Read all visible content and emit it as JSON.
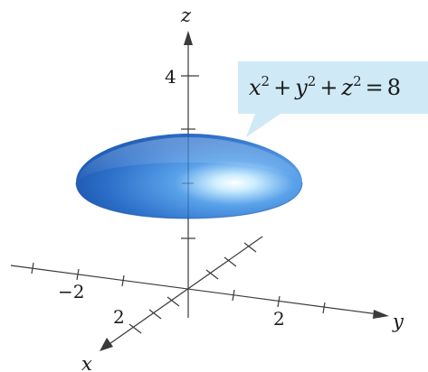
{
  "figure": {
    "axis_labels": {
      "x": "x",
      "y": "y",
      "z": "z"
    },
    "tick_labels": {
      "z_4": "4",
      "x_neg2": "−2",
      "x_2": "2",
      "y_2": "2"
    },
    "equation": {
      "x": "x",
      "y": "y",
      "z": "z",
      "exp": "2",
      "plus": "+",
      "equals": "=",
      "rhs": "8"
    },
    "colors": {
      "surface_dark": "#1f5fb8",
      "surface_mid": "#3f86dc",
      "surface_light": "#d9f2ff",
      "callout_fill": "#cfeaf6",
      "axis": "#3a3a3a"
    }
  }
}
